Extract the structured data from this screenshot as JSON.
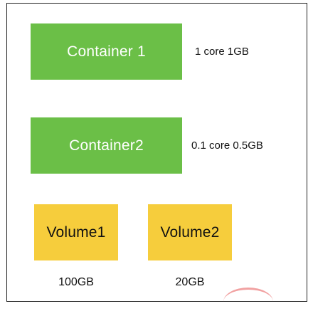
{
  "containers": [
    {
      "label": "Container 1",
      "spec": "1 core 1GB"
    },
    {
      "label": "Container2",
      "spec": "0.1 core 0.5GB"
    }
  ],
  "volumes": [
    {
      "label": "Volume1",
      "size": "100GB"
    },
    {
      "label": "Volume2",
      "size": "20GB"
    }
  ],
  "colors": {
    "container": "#6bbf47",
    "volume": "#f6cd3c"
  }
}
